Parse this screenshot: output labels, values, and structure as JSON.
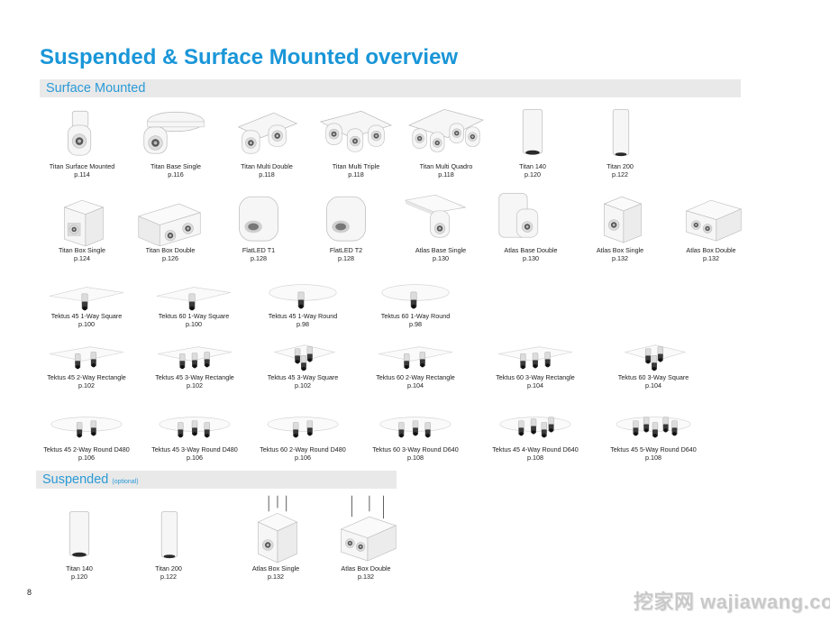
{
  "page": {
    "title": "Suspended & Surface Mounted overview",
    "page_number": "8",
    "watermark": "挖家网 wajiawang.com"
  },
  "sections": {
    "surface": {
      "label": "Surface Mounted"
    },
    "suspended": {
      "label": "Suspended",
      "note": "(optional)"
    }
  },
  "rows": [
    [
      {
        "name": "Titan Surface Mounted",
        "page": "p.114",
        "icon": "cylinder-spot"
      },
      {
        "name": "Titan Base Single",
        "page": "p.116",
        "icon": "base-spot"
      },
      {
        "name": "Titan Multi Double",
        "page": "p.118",
        "icon": "multi-2"
      },
      {
        "name": "Titan Multi Triple",
        "page": "p.118",
        "icon": "multi-3"
      },
      {
        "name": "Titan Multi Quadro",
        "page": "p.118",
        "icon": "multi-4"
      },
      {
        "name": "Titan 140",
        "page": "p.120",
        "icon": "tube"
      },
      {
        "name": "Titan 200",
        "page": "p.122",
        "icon": "tube-tall"
      }
    ],
    [
      {
        "name": "Titan Box Single",
        "page": "p.124",
        "icon": "box-1"
      },
      {
        "name": "Titan Box Double",
        "page": "p.126",
        "icon": "box-2"
      },
      {
        "name": "FlatLED T1",
        "page": "p.128",
        "icon": "flat-cyl"
      },
      {
        "name": "FlatLED T2",
        "page": "p.128",
        "icon": "flat-cyl"
      },
      {
        "name": "Atlas Base Single",
        "page": "p.130",
        "icon": "atlas-base-1"
      },
      {
        "name": "Atlas Base Double",
        "page": "p.130",
        "icon": "atlas-base-2"
      },
      {
        "name": "Atlas Box Single",
        "page": "p.132",
        "icon": "atlas-box-1"
      },
      {
        "name": "Atlas Box Double",
        "page": "p.132",
        "icon": "atlas-box-2"
      }
    ],
    [
      {
        "name": "Tektus 45 1-Way Square",
        "page": "p.100",
        "icon": "plate-1"
      },
      {
        "name": "Tektus 60 1-Way Square",
        "page": "p.100",
        "icon": "plate-1"
      },
      {
        "name": "Tektus 45 1-Way Round",
        "page": "p.98",
        "icon": "disc-1"
      },
      {
        "name": "Tektus 60 1-Way Round",
        "page": "p.98",
        "icon": "disc-1"
      }
    ],
    [
      {
        "name": "Tektus 45 2-Way Rectangle",
        "page": "p.102",
        "icon": "plate-2"
      },
      {
        "name": "Tektus 45 3-Way Rectangle",
        "page": "p.102",
        "icon": "plate-3"
      },
      {
        "name": "Tektus 45 3-Way Square",
        "page": "p.102",
        "icon": "plate-3sq"
      },
      {
        "name": "Tektus 60 2-Way Rectangle",
        "page": "p.104",
        "icon": "plate-2"
      },
      {
        "name": "Tektus 60 3-Way Rectangle",
        "page": "p.104",
        "icon": "plate-3"
      },
      {
        "name": "Tektus 60 3-Way Square",
        "page": "p.104",
        "icon": "plate-3sq"
      }
    ],
    [
      {
        "name": "Tektus 45 2-Way Round D480",
        "page": "p.106",
        "icon": "disc-2"
      },
      {
        "name": "Tektus 45 3-Way Round D480",
        "page": "p.106",
        "icon": "disc-3"
      },
      {
        "name": "Tektus 60 2-Way Round D480",
        "page": "p.106",
        "icon": "disc-2"
      },
      {
        "name": "Tektus 60 3-Way Round D640",
        "page": "p.108",
        "icon": "disc-3"
      },
      {
        "name": "Tektus 45 4-Way Round D640",
        "page": "p.108",
        "icon": "disc-4"
      },
      {
        "name": "Tektus 45 5-Way Round D640",
        "page": "p.108",
        "icon": "disc-5"
      }
    ],
    [
      {
        "name": "Titan 140",
        "page": "p.120",
        "icon": "tube"
      },
      {
        "name": "Titan 200",
        "page": "p.122",
        "icon": "tube-tall"
      },
      {
        "name": "Atlas Box Single",
        "page": "p.132",
        "icon": "hang-box-1"
      },
      {
        "name": "Atlas Box Double",
        "page": "p.132",
        "icon": "hang-box-2"
      }
    ]
  ]
}
